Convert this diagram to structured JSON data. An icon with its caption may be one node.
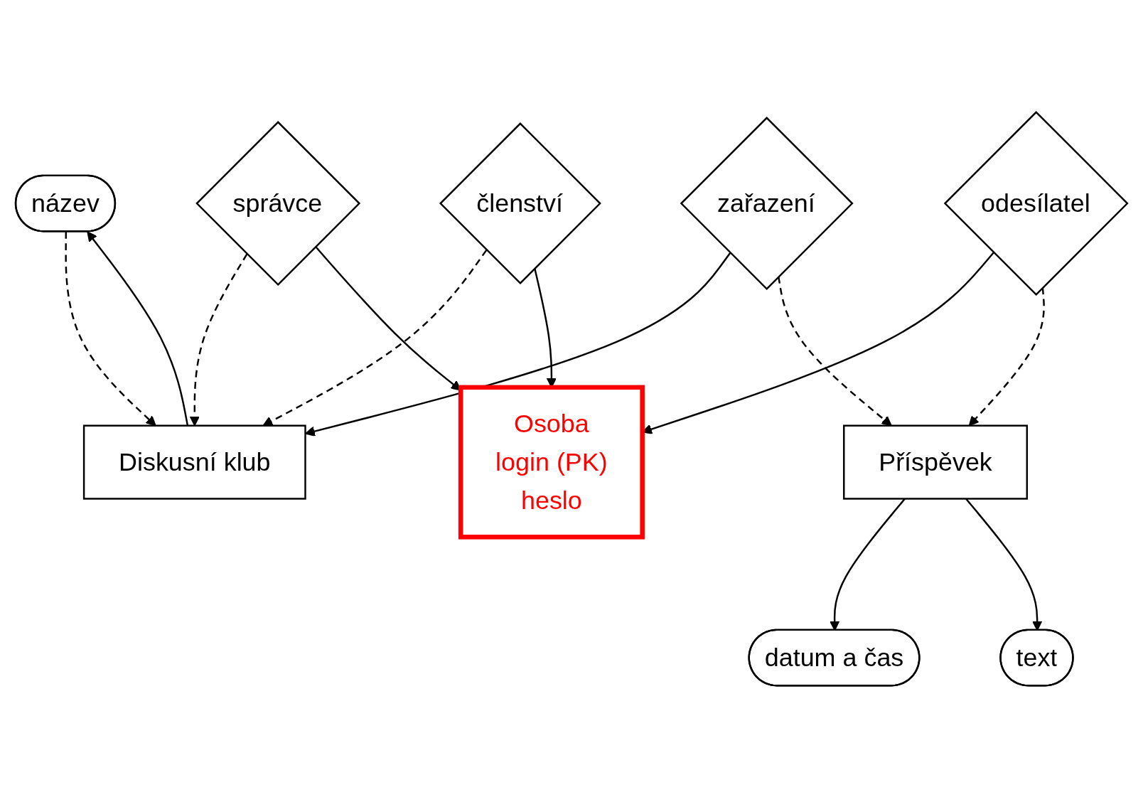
{
  "diagram": {
    "nodes": [
      {
        "text": [
          "název"
        ]
      },
      {
        "text": [
          "Diskusní klub"
        ]
      },
      {
        "text": [
          "správce"
        ]
      },
      {
        "text": [
          "Osoba",
          "login (PK)",
          "heslo"
        ]
      },
      {
        "text": [
          "členství"
        ]
      },
      {
        "text": [
          "zařazení"
        ]
      },
      {
        "text": [
          "odesílatel"
        ]
      },
      {
        "text": [
          "Příspěvek"
        ]
      },
      {
        "text": [
          "datum a čas"
        ]
      },
      {
        "text": [
          "text"
        ]
      }
    ],
    "edges": [
      {
        "from": 1,
        "to": 0,
        "arrow": "to"
      },
      {
        "from": 0,
        "to": 1,
        "arrow": "to",
        "style": "dashed"
      },
      {
        "from": 2,
        "to": 1,
        "arrow": "to",
        "style": "dashed"
      },
      {
        "from": 2,
        "to": 3,
        "arrow": "to"
      },
      {
        "from": 4,
        "to": 1,
        "arrow": "to",
        "style": "dashed"
      },
      {
        "from": 4,
        "to": 3,
        "arrow": "to"
      },
      {
        "from": 5,
        "to": 1,
        "arrow": "to"
      },
      {
        "from": 5,
        "to": 7,
        "arrow": "to",
        "style": "dashed"
      },
      {
        "from": 6,
        "to": 3,
        "arrow": "to"
      },
      {
        "from": 6,
        "to": 7,
        "arrow": "to",
        "style": "dashed"
      },
      {
        "from": 7,
        "to": 8,
        "arrow": "to"
      },
      {
        "from": 7,
        "to": 9,
        "arrow": "to"
      }
    ]
  }
}
